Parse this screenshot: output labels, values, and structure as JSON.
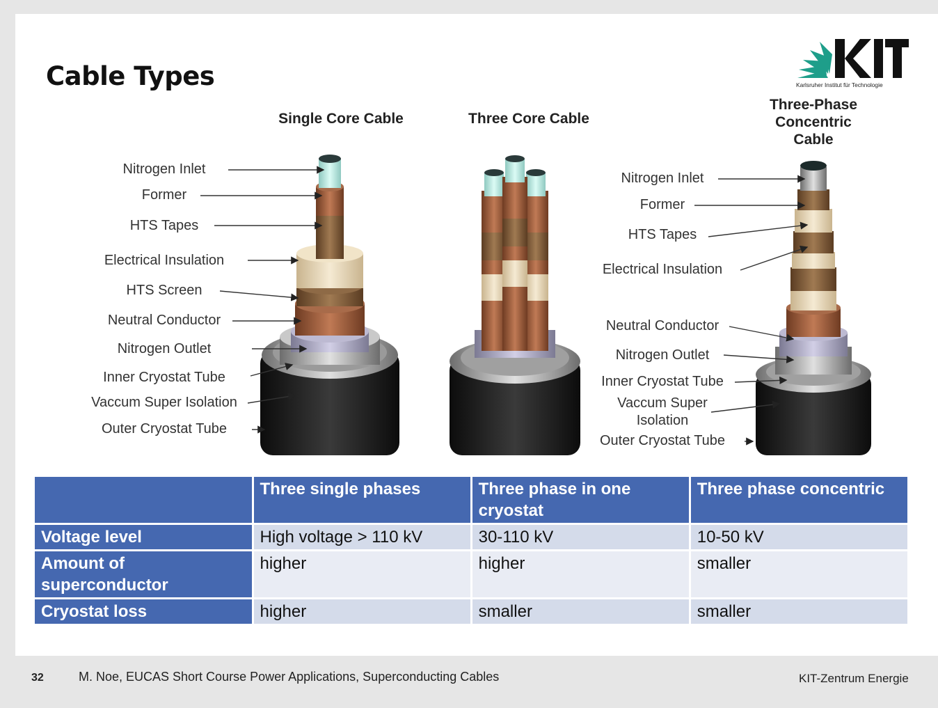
{
  "slide": {
    "title": "Cable Types",
    "logo": {
      "mark": "KIT",
      "subtitle": "Karlsruher Institut für Technologie",
      "colors": {
        "fan": "#1e9e8a",
        "text": "#111111"
      }
    },
    "columns": {
      "single": "Single Core Cable",
      "three_core": "Three Core Cable",
      "concentric": "Three-Phase Concentric Cable"
    },
    "single_labels": [
      "Nitrogen Inlet",
      "Former",
      "HTS Tapes",
      "Electrical Insulation",
      "HTS Screen",
      "Neutral Conductor",
      "Nitrogen Outlet",
      "Inner Cryostat Tube",
      "Vaccum Super Isolation",
      "Outer Cryostat Tube"
    ],
    "concentric_labels": [
      "Nitrogen Inlet",
      "Former",
      "HTS Tapes",
      "Electrical Insulation",
      "Neutral Conductor",
      "Nitrogen Outlet",
      "Inner Cryostat Tube",
      "Vaccum Super Isolation",
      "Outer Cryostat Tube"
    ],
    "table": {
      "headers": [
        "",
        "Three single phases",
        "Three phase in one cryostat",
        "Three phase concentric"
      ],
      "rows": [
        {
          "label": "Voltage level",
          "cells": [
            "High voltage > 110 kV",
            "30-110 kV",
            "10-50 kV"
          ]
        },
        {
          "label": "Amount of superconductor",
          "cells": [
            "higher",
            "higher",
            "smaller"
          ]
        },
        {
          "label": "Cryostat loss",
          "cells": [
            "higher",
            "smaller",
            "smaller"
          ]
        }
      ]
    },
    "footer": {
      "page": "32",
      "text": "M. Noe, EUCAS Short Course Power Applications, Superconducting Cables",
      "right": "KIT-Zentrum Energie"
    },
    "colors": {
      "table_header": "#4568b0",
      "row_a": "#d4dbea",
      "row_b": "#e9ecf4"
    }
  }
}
